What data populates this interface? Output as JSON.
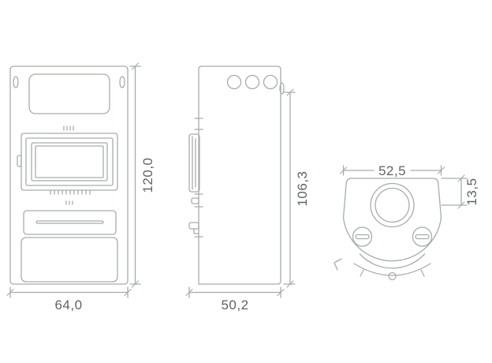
{
  "drawing": {
    "colors": {
      "line": "#a6ada8",
      "text": "#5e6462",
      "background": "#ffffff"
    },
    "views": {
      "front": {
        "height_label": "120,0",
        "width_label": "64,0"
      },
      "side": {
        "height_label": "106,3",
        "depth_label": "50,2"
      },
      "top": {
        "width_label": "52,5",
        "offset_label": "13,5"
      }
    }
  }
}
